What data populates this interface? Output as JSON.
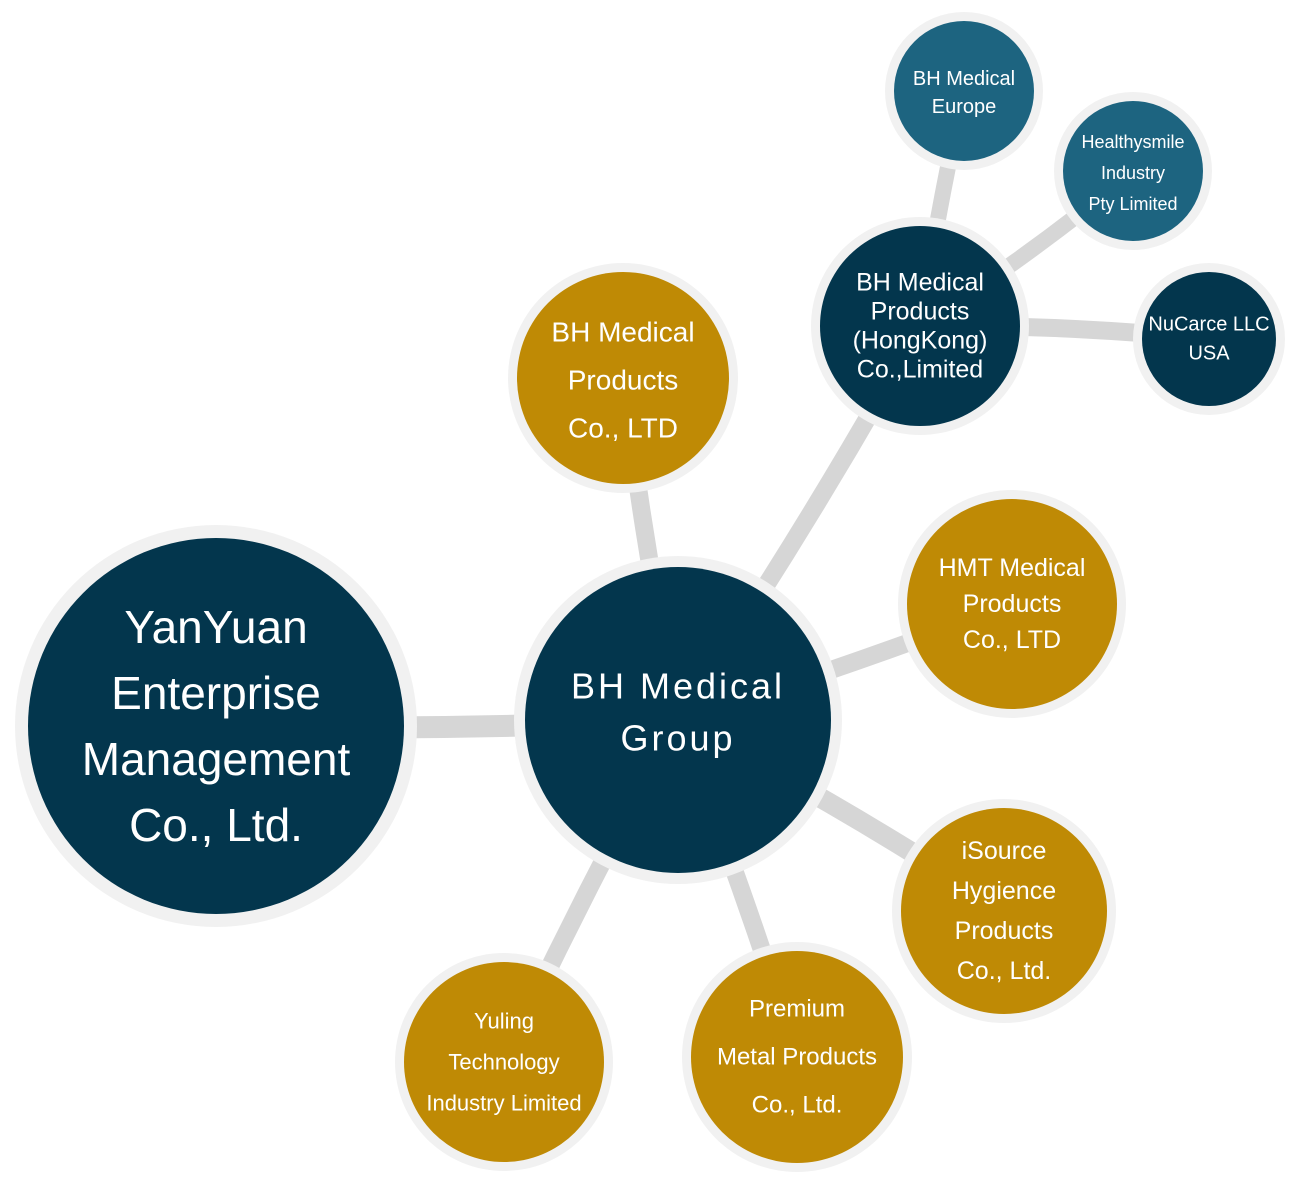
{
  "colors": {
    "navy": "#03364d",
    "teal": "#1d6480",
    "gold": "#bf8a05",
    "ring": "#f1f1f1",
    "connector": "#d6d6d6",
    "text": "#ffffff"
  },
  "nodes": {
    "yanyuan": {
      "lines": [
        "YanYuan",
        "Enterprise",
        "Management",
        "Co., Ltd."
      ],
      "color": "navy"
    },
    "bh_group": {
      "lines": [
        "BH Medical",
        "Group"
      ],
      "color": "navy"
    },
    "bh_medical_products": {
      "lines": [
        "BH Medical",
        "Products",
        "Co., LTD"
      ],
      "color": "gold"
    },
    "bh_hongkong": {
      "lines": [
        "BH Medical",
        "Products",
        "(HongKong)",
        "Co.,Limited"
      ],
      "color": "navy"
    },
    "bh_europe": {
      "lines": [
        "BH Medical",
        "Europe"
      ],
      "color": "teal"
    },
    "healthysmile": {
      "lines": [
        "Healthysmile",
        "Industry",
        "Pty Limited"
      ],
      "color": "teal"
    },
    "nucarce": {
      "lines": [
        "NuCarce LLC",
        "USA"
      ],
      "color": "navy"
    },
    "hmt": {
      "lines": [
        "HMT Medical",
        "Products",
        "Co., LTD"
      ],
      "color": "gold"
    },
    "isource": {
      "lines": [
        "iSource",
        "Hygience",
        "Products",
        "Co., Ltd."
      ],
      "color": "gold"
    },
    "premium": {
      "lines": [
        "Premium",
        "Metal Products",
        "Co., Ltd."
      ],
      "color": "gold"
    },
    "yuling": {
      "lines": [
        "Yuling",
        "Technology",
        "Industry Limited"
      ],
      "color": "gold"
    }
  },
  "links": [
    [
      "yanyuan",
      "bh_group"
    ],
    [
      "bh_group",
      "bh_medical_products"
    ],
    [
      "bh_group",
      "bh_hongkong"
    ],
    [
      "bh_group",
      "hmt"
    ],
    [
      "bh_group",
      "isource"
    ],
    [
      "bh_group",
      "premium"
    ],
    [
      "bh_group",
      "yuling"
    ],
    [
      "bh_hongkong",
      "bh_europe"
    ],
    [
      "bh_hongkong",
      "healthysmile"
    ],
    [
      "bh_hongkong",
      "nucarce"
    ]
  ]
}
